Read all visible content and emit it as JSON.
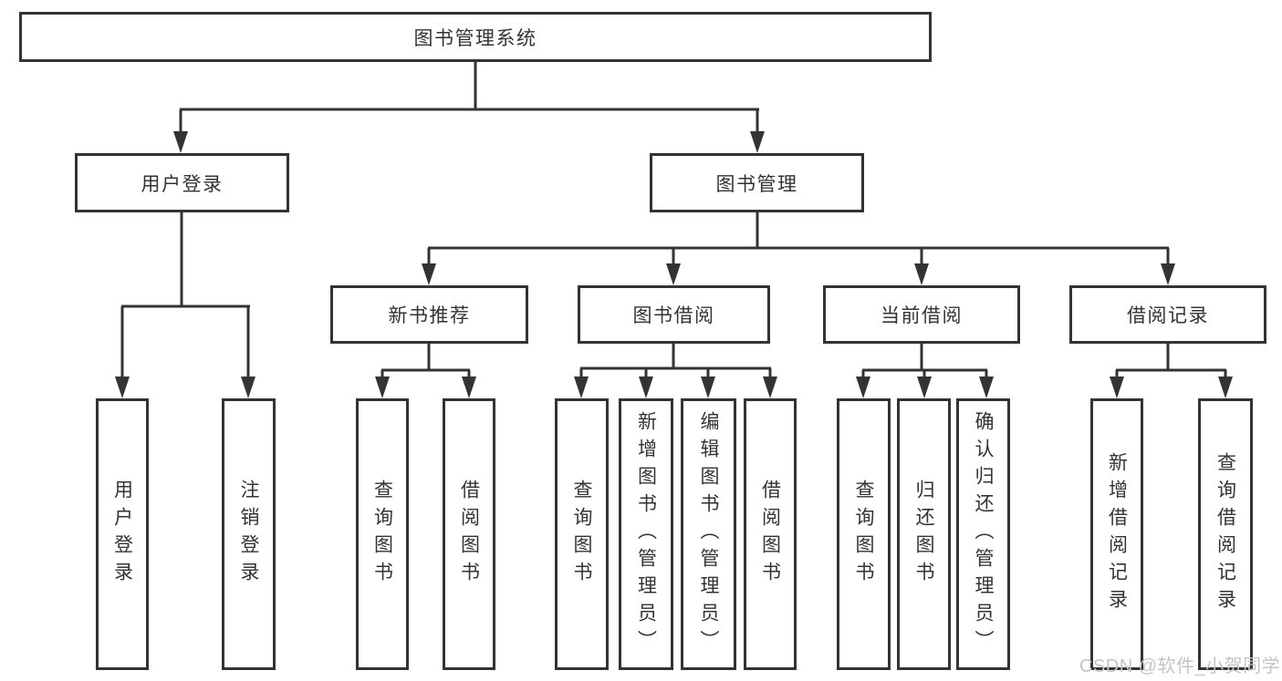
{
  "diagram": {
    "root": "图书管理系统",
    "level2": {
      "user_login": "用户登录",
      "book_mgmt": "图书管理"
    },
    "level3": {
      "new_books": "新书推荐",
      "book_borrow": "图书借阅",
      "current_borrow": "当前借阅",
      "borrow_records": "借阅记录"
    },
    "leaves": {
      "user_login": "用户登录",
      "logout": "注销登录",
      "nb_query": "查询图书",
      "nb_borrow": "借阅图书",
      "bb_query": "查询图书",
      "bb_add": "新增图书（管理员）",
      "bb_edit": "编辑图书（管理员）",
      "bb_borrow": "借阅图书",
      "cb_query": "查询图书",
      "cb_return": "归还图书",
      "cb_confirm": "确认归还（管理员）",
      "br_add": "新增借阅记录",
      "br_query": "查询借阅记录"
    },
    "watermark": "CSDN @软件_小贺同学",
    "colors": {
      "line": "#333333",
      "text": "#333333",
      "watermark": "#c8c3c3"
    }
  }
}
